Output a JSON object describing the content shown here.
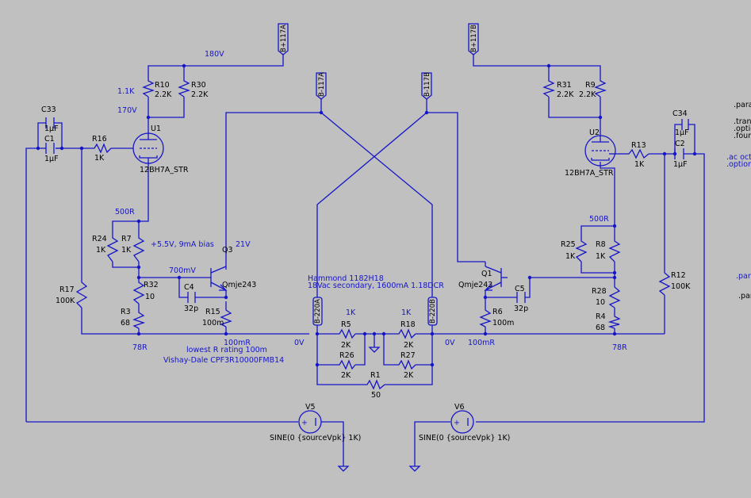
{
  "labels": {
    "R10": "R10",
    "R10_val": "2.2K",
    "R30": "R30",
    "R30_val": "2.2K",
    "R31": "R31",
    "R31_val": "2.2K",
    "R9": "R9",
    "R9_val": "2.2K",
    "R16": "R16",
    "R16_val": "1K",
    "R13": "R13",
    "R13_val": "1K",
    "R24": "R24",
    "R24_val": "1K",
    "R7": "R7",
    "R7_val": "1K",
    "R25": "R25",
    "R25_val": "1K",
    "R8": "R8",
    "R8_val": "1K",
    "R32": "R32",
    "R32_val": "10",
    "R3": "R3",
    "R3_val": "68",
    "R28": "R28",
    "R28_val": "10",
    "R4": "R4",
    "R4_val": "68",
    "R17": "R17",
    "R17_val": "100K",
    "R12": "R12",
    "R12_val": "100K",
    "R15": "R15",
    "R15_val": "100m",
    "R6": "R6",
    "R6_val": "100m",
    "R5": "R5",
    "R5_val": "2K",
    "R18": "R18",
    "R18_val": "2K",
    "R26": "R26",
    "R26_val": "2K",
    "R27": "R27",
    "R27_val": "2K",
    "R1": "R1",
    "R1_val": "50",
    "C33": "C33",
    "C33_val": "1µF",
    "C1": "C1",
    "C1_val": "1µF",
    "C34": "C34",
    "C34_val": "1µF",
    "C2": "C2",
    "C2_val": "1µF",
    "C4": "C4",
    "C4_val": "32p",
    "C5": "C5",
    "C5_val": "32p",
    "U1": "U1",
    "U1_val": "12BH7A_STR",
    "U2": "U2",
    "U2_val": "12BH7A_STR",
    "Q3": "Q3",
    "Q3_val": "Qmje243",
    "Q1": "Q1",
    "Q1_val": "Qmje243",
    "V5": "V5",
    "V5_val": "SINE(0 {sourceVpk} 1K)",
    "V6": "V6",
    "V6_val": "SINE(0 {sourceVpk} 1K)",
    "flag_b117a": "B+117A",
    "flag_b117b": "B+117B",
    "flag_b_117a": "B-117A",
    "flag_b_117b": "B-117B",
    "flag_b_220a": "B-220A",
    "flag_b_220b": "B-220B"
  },
  "annotations": {
    "v180": "180V",
    "v1k1": "1.1K",
    "v170": "170V",
    "v500r_left": "500R",
    "v500r_right": "500R",
    "bias": "+5.5V, 9mA bias",
    "v21": "21V",
    "v700mv": "700mV",
    "v78r_left": "78R",
    "v78r_right": "78R",
    "v100mr_left": "100mR",
    "v100mr_right": "100mR",
    "v0_left": "0V",
    "v0_right": "0V",
    "v1k_left": "1K",
    "v1k_right": "1K",
    "lowest": "lowest R rating 100m",
    "vishay": "Vishay-Dale CPF3R10000FMB14",
    "hammond1": "Hammond 1182H18",
    "hammond2": "18Vac secondary, 1600mA 1.18DCR"
  },
  "directives": {
    "para1": ".param",
    "tran": ".tran",
    "option1": ".option",
    "fourier": ".fourier",
    "ac": ".ac oct",
    "options2": ".options",
    "para2": ".para",
    "par3": ".par"
  },
  "colors": {
    "wire": "#1515c8",
    "background": "#c0c0c0"
  }
}
